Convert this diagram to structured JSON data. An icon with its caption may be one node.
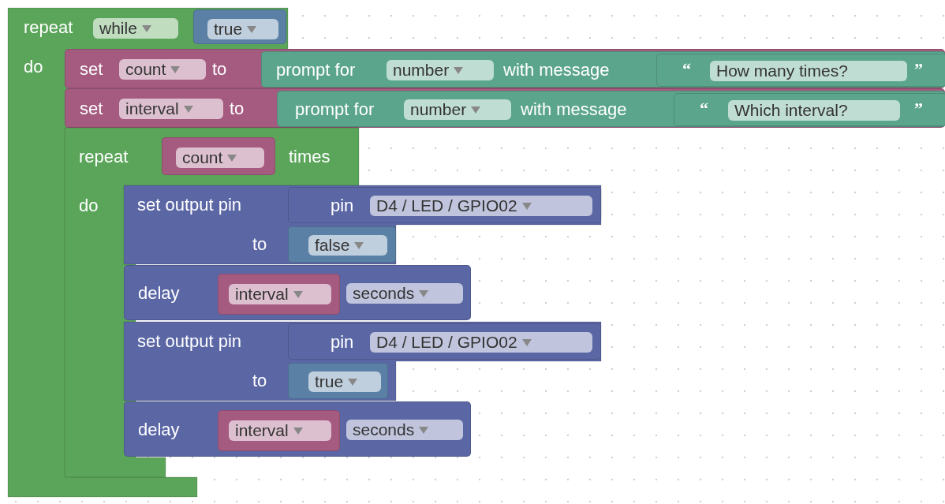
{
  "diagram": {
    "nodes": [
      {
        "text": [
          "repeat",
          "do"
        ]
      },
      {
        "text": [
          "while"
        ],
        "in": 0
      },
      {
        "text": [],
        "shape": "box",
        "in": 0
      },
      {
        "text": [
          "true"
        ],
        "in": 2
      },
      {
        "text": [
          "set",
          "to"
        ],
        "in": 0
      },
      {
        "text": [
          "count"
        ],
        "in": 4
      },
      {
        "text": [
          "prompt for",
          "with message"
        ],
        "in": 4
      },
      {
        "text": [
          "number"
        ],
        "in": 6
      },
      {
        "text": [
          "“",
          "”"
        ],
        "in": 6
      },
      {
        "text": [
          "How many times?"
        ],
        "in": 8
      },
      {
        "text": [
          "set",
          "to"
        ],
        "in": 0
      },
      {
        "text": [
          "interval"
        ],
        "in": 10
      },
      {
        "text": [
          "prompt for",
          "with message"
        ],
        "in": 10
      },
      {
        "text": [
          "number"
        ],
        "in": 12
      },
      {
        "text": [
          "“",
          "”"
        ],
        "in": 12
      },
      {
        "text": [
          "Which interval?"
        ],
        "in": 14
      },
      {
        "text": [
          "repeat",
          "times",
          "do"
        ],
        "in": 0
      },
      {
        "text": [],
        "shape": "box",
        "in": 16
      },
      {
        "text": [
          "count"
        ],
        "in": 17
      },
      {
        "text": [
          "set output pin",
          "to"
        ],
        "in": 16
      },
      {
        "text": [
          "pin"
        ],
        "in": 19
      },
      {
        "text": [
          "D4 / LED / GPIO02"
        ],
        "in": 20
      },
      {
        "text": [],
        "shape": "box",
        "in": 19
      },
      {
        "text": [
          "false"
        ],
        "in": 22
      },
      {
        "text": [
          "delay"
        ],
        "in": 16
      },
      {
        "text": [],
        "shape": "box",
        "in": 24
      },
      {
        "text": [
          "interval"
        ],
        "in": 25
      },
      {
        "text": [
          "seconds"
        ],
        "in": 24
      },
      {
        "text": [
          "set output pin",
          "to"
        ],
        "in": 16
      },
      {
        "text": [
          "pin"
        ],
        "in": 28
      },
      {
        "text": [
          "D4 / LED / GPIO02"
        ],
        "in": 29
      },
      {
        "text": [],
        "shape": "box",
        "in": 28
      },
      {
        "text": [
          "true"
        ],
        "in": 31
      },
      {
        "text": [
          "delay"
        ],
        "in": 16
      },
      {
        "text": [],
        "shape": "box",
        "in": 33
      },
      {
        "text": [
          "interval"
        ],
        "in": 34
      },
      {
        "text": [
          "seconds"
        ],
        "in": 33
      }
    ]
  }
}
